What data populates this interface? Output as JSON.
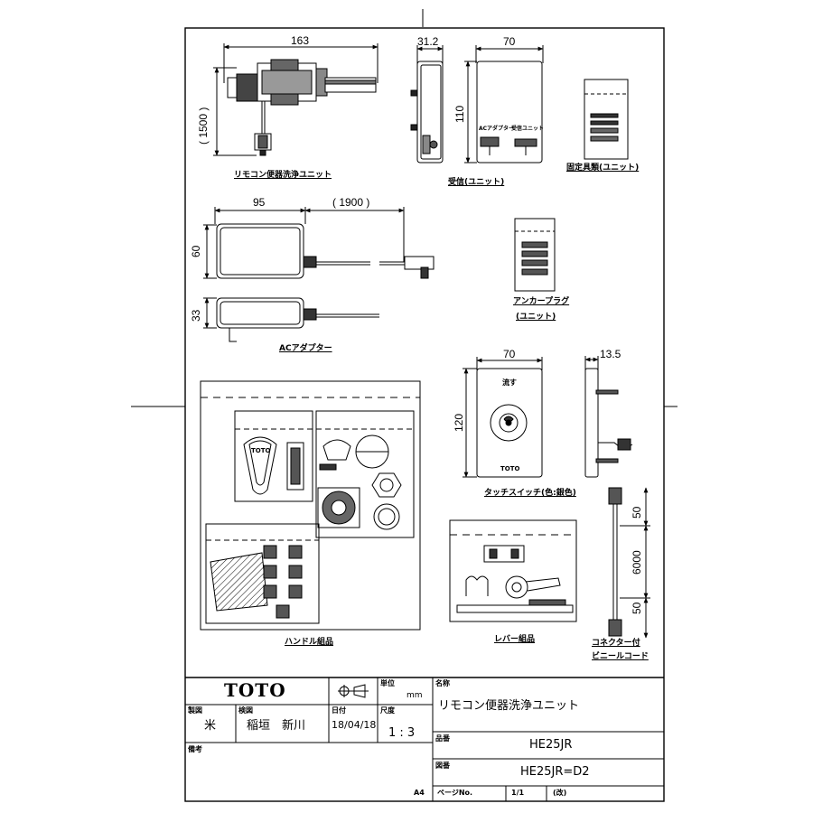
{
  "drawing": {
    "dims": {
      "remote_width": "163",
      "remote_cord": "( 1500 )",
      "receiver_depth": "31.2",
      "receiver_width": "70",
      "receiver_height": "110",
      "adapter_width": "95",
      "adapter_cord": "( 1900 )",
      "adapter_height": "60",
      "adapter_depth": "33",
      "switch_width": "70",
      "switch_height": "120",
      "switch_depth": "13.5",
      "cord_end1": "50",
      "cord_length": "6000",
      "cord_end2": "50"
    },
    "captions": {
      "remote_unit": "リモコン便器洗浄ユニット",
      "receiver": "受信(ユニット)",
      "fixing_parts": "固定具類(ユニット)",
      "adapter": "ACアダプター",
      "anchor_plug_1": "アンカープラグ",
      "anchor_plug_2": "(ユニット)",
      "touch_switch": "タッチスイッチ(色:銀色)",
      "handle_parts": "ハンドル組品",
      "lever_parts": "レバー組品",
      "cord_1": "コネクター付",
      "cord_2": "ビニールコード"
    },
    "product_labels": {
      "receiver_left": "ACアダプター",
      "receiver_right": "受信ユニット",
      "switch_top": "流す",
      "switch_brand": "TOTO",
      "handle_brand": "TOTO"
    }
  },
  "title_block": {
    "logo": "TOTO",
    "unit_label": "単位",
    "unit_value": "mm",
    "name_label": "名称",
    "name_value": "リモコン便器洗浄ユニット",
    "drawn_label": "製図",
    "drawn_value": "米",
    "checked_label": "検図",
    "checked_value": "稲垣　新川",
    "date_label": "日付",
    "date_value": "18/04/18",
    "scale_label": "尺度",
    "scale_value": "1 : 3",
    "product_no_label": "品番",
    "product_no_value": "HE25JR",
    "remarks_label": "備考",
    "drawing_no_label": "図番",
    "drawing_no_value": "HE25JR=D2",
    "paper_size": "A4",
    "page_label": "ページNo.",
    "page_value": "1/1",
    "revision_label": "(改)"
  },
  "colors": {
    "line": "#000000",
    "paper": "#ffffff"
  }
}
